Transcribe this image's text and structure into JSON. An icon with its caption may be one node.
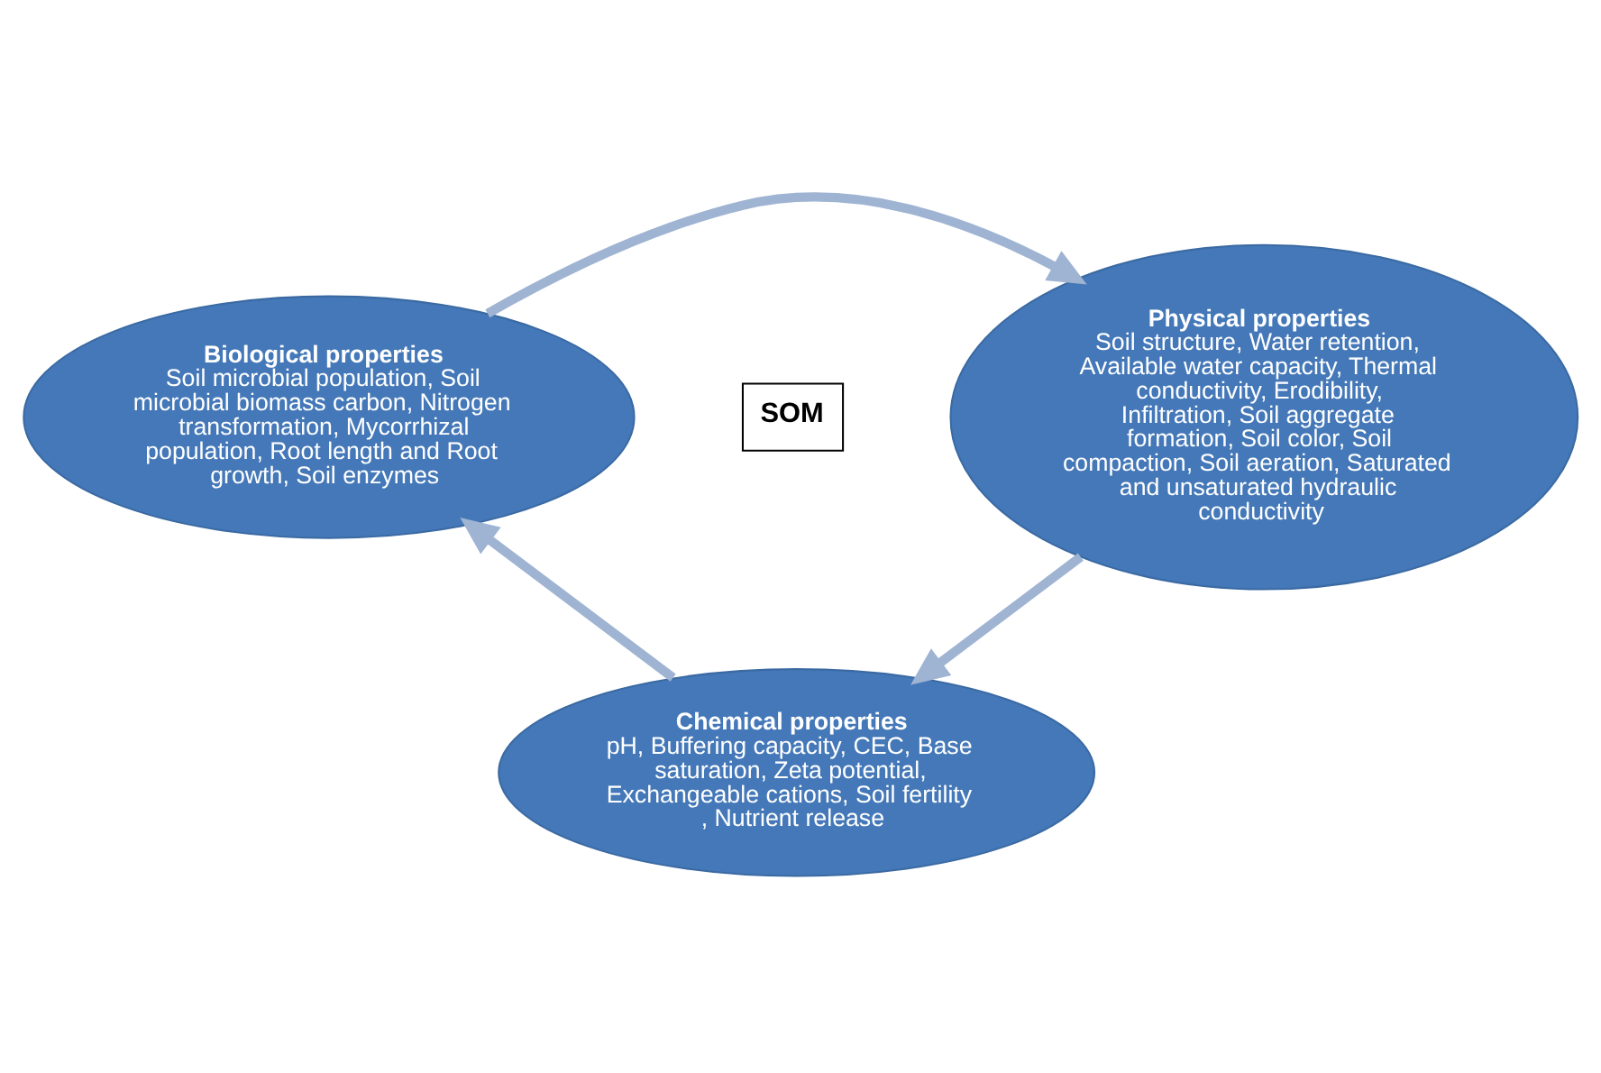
{
  "diagram": {
    "nodes": [
      {
        "text": [
          "Biological properties",
          "Soil microbial population, Soil microbial biomass carbon, Nitrogen transformation, Mycorrhizal population, Root length and Root growth, Soil enzymes"
        ]
      },
      {
        "text": [
          "Physical properties",
          "Soil structure, Water retention, Available water capacity, Thermal conductivity, Erodibility, Infiltration, Soil aggregate formation, Soil color, Soil compaction, Soil aeration, Saturated and unsaturated hydraulic conductivity"
        ]
      },
      {
        "text": [
          "SOM"
        ]
      },
      {
        "text": [
          "Chemical properties",
          "pH, Buffering capacity, CEC, Base saturation, Zeta potential, Exchangeable cations, Soil fertility , Nutrient release"
        ]
      }
    ],
    "edges": [
      {
        "from": 0,
        "to": 1,
        "arrow": "to"
      },
      {
        "from": 1,
        "to": 3,
        "arrow": "to"
      },
      {
        "from": 3,
        "to": 0,
        "arrow": "to"
      }
    ]
  }
}
